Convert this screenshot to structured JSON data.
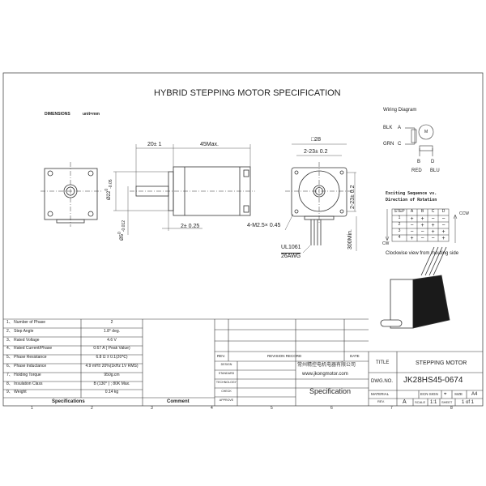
{
  "title": "HYBRID STEPPING MOTOR SPECIFICATION",
  "dimensions_label": "DIMENSIONS",
  "unit_label": "unit=mm",
  "dims": {
    "shaft_len": "20± 1",
    "body_len": "45Max.",
    "flange": "2± 0.25",
    "pilot": "Ø22",
    "pilot_tol_upper": "0",
    "pilot_tol_lower": "-0.05",
    "shaft": "Ø5",
    "shaft_tol_upper": "0",
    "shaft_tol_lower": "-0.012",
    "square": "□28",
    "hole_spacing_h": "2-23± 0.2",
    "hole_spacing_v": "2-23± 0.2",
    "screw": "4-M2.5× 0.45",
    "lead_len": "300Min.",
    "wire_type": "UL1061",
    "wire_gauge": "26AWG"
  },
  "wiring": {
    "title": "Wiring Diagram",
    "blk": "BLK",
    "a": "A",
    "grn": "GRN",
    "c": "C",
    "m": "M",
    "b": "B",
    "d": "D",
    "red": "RED",
    "blu": "BLU"
  },
  "sequence": {
    "title1": "Exciting Sequence vs.",
    "title2": "Direction of Rotation",
    "headers": [
      "STEP",
      "A",
      "B",
      "C",
      "D"
    ],
    "rows": [
      [
        "1",
        "+",
        "+",
        "−",
        "−"
      ],
      [
        "2",
        "−",
        "+",
        "+",
        "−"
      ],
      [
        "3",
        "−",
        "−",
        "+",
        "+"
      ],
      [
        "4",
        "+",
        "−",
        "−",
        "+"
      ]
    ],
    "ccw": "CCW",
    "cw": "CW",
    "caption": "Clockwise view from mouting side"
  },
  "specs": {
    "rows": [
      [
        "1、 Number of Phase",
        "2"
      ],
      [
        "2、 Step Angle",
        "1.8°    deg."
      ],
      [
        "3、 Rated Voltage",
        "4.6 V"
      ],
      [
        "4、 Rated Current/Phase",
        "0.67 A  ( Peak Value)"
      ],
      [
        "5、 Phase Resistance",
        "6.8 Ω ± 0.1(20℃)"
      ],
      [
        "6、 Phase Inductance",
        "4.9 mH± 20%(1kHz 1V RMS)"
      ],
      [
        "7、 Holding Torque",
        "950g.cm"
      ],
      [
        "8、 Insulation Class",
        "B  (130° ) ; 80K Max."
      ],
      [
        "9、 Weight",
        "0.14 kg"
      ]
    ],
    "footer": "Specifications",
    "comment": "Comment"
  },
  "revision": {
    "rev": "REV.",
    "record": "REVISION RECORD",
    "date": "DATE",
    "labels": [
      "DESIGN",
      "STANDARD",
      "TECHNOLOGY",
      "CHECK",
      "APPROVE"
    ],
    "company_cn": "常州精控电机电器有限公司",
    "company_web": "www.jkongmotor.com",
    "doc": "Specification"
  },
  "titleblock": {
    "title_label": "TITLE",
    "title": "STEPPING MOTOR",
    "dwg_label": "DWG.NO.",
    "dwg": "JK28HS45-0674",
    "material": "MATERIAL",
    "ecn": "ECN SIGN",
    "size_label": "SIZE",
    "size": "A4",
    "rev_label": "REV.",
    "rev": "A",
    "scale_label": "SCALE",
    "scale": "1:1",
    "sheet_label": "SHEET",
    "sheet": "1 of 1"
  },
  "zones": [
    "1",
    "2",
    "3",
    "4",
    "5",
    "6",
    "7",
    "8"
  ]
}
